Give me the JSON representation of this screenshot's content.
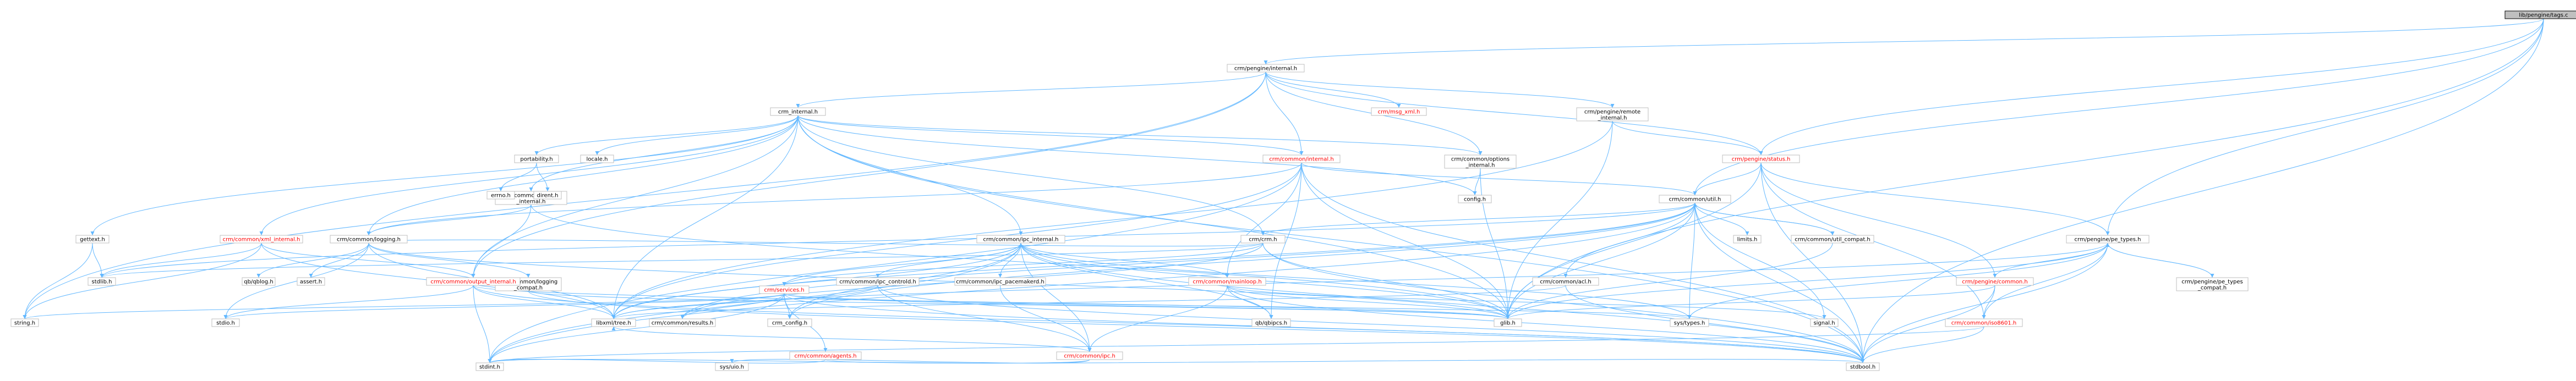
{
  "graph": {
    "colors": {
      "node_border": "#bfbfbf",
      "root_fill": "#bfbfbf",
      "root_border": "#000000",
      "edge": "#63b8ff",
      "red_text": "#ff0000"
    },
    "nodes": [
      {
        "id": "tags",
        "lines": [
          "lib/pengine/tags.c"
        ],
        "root": true
      },
      {
        "id": "internal",
        "lines": [
          "crm/pengine/internal.h"
        ]
      },
      {
        "id": "crm_internal",
        "lines": [
          "crm_internal.h"
        ]
      },
      {
        "id": "msg_xml",
        "lines": [
          "crm/msg_xml.h"
        ],
        "red": true
      },
      {
        "id": "remote_internal",
        "lines": [
          "crm/pengine/remote",
          "_internal.h"
        ]
      },
      {
        "id": "status",
        "lines": [
          "crm/pengine/status.h"
        ],
        "red": true
      },
      {
        "id": "common_internal",
        "lines": [
          "crm/common/internal.h"
        ],
        "red": true
      },
      {
        "id": "options_internal",
        "lines": [
          "crm/common/options",
          "_internal.h"
        ]
      },
      {
        "id": "portability",
        "lines": [
          "portability.h"
        ]
      },
      {
        "id": "locale",
        "lines": [
          "locale.h"
        ]
      },
      {
        "id": "logging_internal",
        "lines": [
          "crm/common/logging",
          "_internal.h"
        ]
      },
      {
        "id": "gettext",
        "lines": [
          "gettext.h"
        ]
      },
      {
        "id": "xml_internal",
        "lines": [
          "crm/common/xml_internal.h"
        ],
        "red": true
      },
      {
        "id": "errno",
        "lines": [
          "errno.h"
        ]
      },
      {
        "id": "dirent",
        "lines": [
          "dirent.h"
        ]
      },
      {
        "id": "logging",
        "lines": [
          "crm/common/logging.h"
        ]
      },
      {
        "id": "config",
        "lines": [
          "config.h"
        ]
      },
      {
        "id": "util",
        "lines": [
          "crm/common/util.h"
        ]
      },
      {
        "id": "ipc_internal",
        "lines": [
          "crm/common/ipc_internal.h"
        ]
      },
      {
        "id": "crm_h",
        "lines": [
          "crm/crm.h"
        ]
      },
      {
        "id": "pe_types",
        "lines": [
          "crm/pengine/pe_types.h"
        ]
      },
      {
        "id": "limits",
        "lines": [
          "limits.h"
        ]
      },
      {
        "id": "util_compat",
        "lines": [
          "crm/common/util_compat.h"
        ]
      },
      {
        "id": "acl",
        "lines": [
          "crm/common/acl.h"
        ]
      },
      {
        "id": "pe_types_compat",
        "lines": [
          "crm/pengine/pe_types",
          "_compat.h"
        ]
      },
      {
        "id": "stdlib",
        "lines": [
          "stdlib.h"
        ]
      },
      {
        "id": "qb_qblog",
        "lines": [
          "qb/qblog.h"
        ]
      },
      {
        "id": "assert",
        "lines": [
          "assert.h"
        ]
      },
      {
        "id": "logging_compat",
        "lines": [
          "crm/common/logging",
          "_compat.h"
        ]
      },
      {
        "id": "ipc_controld",
        "lines": [
          "crm/common/ipc_controld.h"
        ]
      },
      {
        "id": "ipc_pacemakerd",
        "lines": [
          "crm/common/ipc_pacemakerd.h"
        ]
      },
      {
        "id": "mainloop",
        "lines": [
          "crm/common/mainloop.h"
        ],
        "red": true
      },
      {
        "id": "services",
        "lines": [
          "crm/services.h"
        ],
        "red": true
      },
      {
        "id": "output_internal",
        "lines": [
          "crm/common/output_internal.h"
        ],
        "red": true
      },
      {
        "id": "pengine_common",
        "lines": [
          "crm/pengine/common.h"
        ],
        "red": true
      },
      {
        "id": "string_h",
        "lines": [
          "string.h"
        ]
      },
      {
        "id": "stdio",
        "lines": [
          "stdio.h"
        ]
      },
      {
        "id": "libxml_tree",
        "lines": [
          "libxml/tree.h"
        ]
      },
      {
        "id": "results",
        "lines": [
          "crm/common/results.h"
        ]
      },
      {
        "id": "cm_config",
        "lines": [
          "crm_config.h"
        ]
      },
      {
        "id": "agents",
        "lines": [
          "crm/common/agents.h"
        ],
        "red": true
      },
      {
        "id": "ipc_h",
        "lines": [
          "crm/common/ipc.h"
        ],
        "red": true
      },
      {
        "id": "qbipcs",
        "lines": [
          "qb/qbipcs.h"
        ]
      },
      {
        "id": "glib",
        "lines": [
          "glib.h"
        ]
      },
      {
        "id": "sys_types",
        "lines": [
          "sys/types.h"
        ]
      },
      {
        "id": "signal",
        "lines": [
          "signal.h"
        ]
      },
      {
        "id": "iso8601",
        "lines": [
          "crm/common/iso8601.h"
        ],
        "red": true
      },
      {
        "id": "stdint",
        "lines": [
          "stdint.h"
        ]
      },
      {
        "id": "sys_uio",
        "lines": [
          "sys/uio.h"
        ]
      },
      {
        "id": "stdbool",
        "lines": [
          "stdbool.h"
        ]
      }
    ],
    "edges": [
      [
        "tags",
        "internal"
      ],
      [
        "tags",
        "util"
      ],
      [
        "tags",
        "pe_types"
      ],
      [
        "tags",
        "glib"
      ],
      [
        "tags",
        "stdbool"
      ],
      [
        "tags",
        "status"
      ],
      [
        "internal",
        "crm_internal"
      ],
      [
        "internal",
        "msg_xml"
      ],
      [
        "internal",
        "remote_internal"
      ],
      [
        "internal",
        "status"
      ],
      [
        "internal",
        "common_internal"
      ],
      [
        "internal",
        "options_internal"
      ],
      [
        "internal",
        "string_h"
      ],
      [
        "internal",
        "output_internal"
      ],
      [
        "crm_internal",
        "config"
      ],
      [
        "crm_internal",
        "portability"
      ],
      [
        "crm_internal",
        "locale"
      ],
      [
        "crm_internal",
        "gettext"
      ],
      [
        "crm_internal",
        "xml_internal"
      ],
      [
        "crm_internal",
        "logging_internal"
      ],
      [
        "crm_internal",
        "logging"
      ],
      [
        "crm_internal",
        "common_internal"
      ],
      [
        "crm_internal",
        "options_internal"
      ],
      [
        "crm_internal",
        "ipc_internal"
      ],
      [
        "crm_internal",
        "output_internal"
      ],
      [
        "crm_internal",
        "libxml_tree"
      ],
      [
        "crm_internal",
        "glib"
      ],
      [
        "crm_internal",
        "crm_h"
      ],
      [
        "crm_internal",
        "stdbool"
      ],
      [
        "portability",
        "errno"
      ],
      [
        "portability",
        "dirent"
      ],
      [
        "remote_internal",
        "status"
      ],
      [
        "remote_internal",
        "glib"
      ],
      [
        "remote_internal",
        "libxml_tree"
      ],
      [
        "status",
        "util"
      ],
      [
        "status",
        "pe_types"
      ],
      [
        "status",
        "pengine_common"
      ],
      [
        "status",
        "iso8601"
      ],
      [
        "status",
        "glib"
      ],
      [
        "status",
        "stdbool"
      ],
      [
        "common_internal",
        "util"
      ],
      [
        "common_internal",
        "mainloop"
      ],
      [
        "common_internal",
        "glib"
      ],
      [
        "common_internal",
        "libxml_tree"
      ],
      [
        "common_internal",
        "logging"
      ],
      [
        "common_internal",
        "stdint"
      ],
      [
        "common_internal",
        "qbipcs"
      ],
      [
        "common_internal",
        "stdbool"
      ],
      [
        "options_internal",
        "config"
      ],
      [
        "options_internal",
        "glib"
      ],
      [
        "logging_internal",
        "logging"
      ],
      [
        "logging_internal",
        "output_internal"
      ],
      [
        "logging_internal",
        "glib"
      ],
      [
        "gettext",
        "stdlib"
      ],
      [
        "gettext",
        "string_h"
      ],
      [
        "xml_internal",
        "stdlib"
      ],
      [
        "xml_internal",
        "string_h"
      ],
      [
        "xml_internal",
        "output_internal"
      ],
      [
        "xml_internal",
        "libxml_tree"
      ],
      [
        "logging",
        "stdio"
      ],
      [
        "logging",
        "glib"
      ],
      [
        "logging",
        "qb_qblog"
      ],
      [
        "logging",
        "assert"
      ],
      [
        "logging",
        "logging_compat"
      ],
      [
        "logging",
        "libxml_tree"
      ],
      [
        "util",
        "crm_h"
      ],
      [
        "util",
        "limits"
      ],
      [
        "util",
        "util_compat"
      ],
      [
        "util",
        "acl"
      ],
      [
        "util",
        "stdlib"
      ],
      [
        "util",
        "glib"
      ],
      [
        "util",
        "sys_types"
      ],
      [
        "util",
        "signal"
      ],
      [
        "util",
        "libxml_tree"
      ],
      [
        "util",
        "stdbool"
      ],
      [
        "util",
        "stdint"
      ],
      [
        "util",
        "results"
      ],
      [
        "util",
        "cm_config"
      ],
      [
        "util_compat",
        "util"
      ],
      [
        "util_compat",
        "glib"
      ],
      [
        "acl",
        "libxml_tree"
      ],
      [
        "acl",
        "stdbool"
      ],
      [
        "ipc_internal",
        "stdbool"
      ],
      [
        "ipc_internal",
        "stdint"
      ],
      [
        "ipc_internal",
        "sys_types"
      ],
      [
        "ipc_internal",
        "glib"
      ],
      [
        "ipc_internal",
        "libxml_tree"
      ],
      [
        "ipc_internal",
        "qbipcs"
      ],
      [
        "ipc_internal",
        "ipc_h"
      ],
      [
        "ipc_internal",
        "ipc_controld"
      ],
      [
        "ipc_internal",
        "ipc_pacemakerd"
      ],
      [
        "ipc_internal",
        "mainloop"
      ],
      [
        "ipc_internal",
        "services"
      ],
      [
        "ipc_internal",
        "cm_config"
      ],
      [
        "crm_h",
        "stdlib"
      ],
      [
        "crm_h",
        "glib"
      ],
      [
        "crm_h",
        "stdbool"
      ],
      [
        "crm_h",
        "services"
      ],
      [
        "crm_h",
        "results"
      ],
      [
        "crm_h",
        "logging"
      ],
      [
        "pe_types",
        "glib"
      ],
      [
        "pe_types",
        "libxml_tree"
      ],
      [
        "pe_types",
        "pengine_common"
      ],
      [
        "pe_types",
        "pe_types_compat"
      ],
      [
        "pe_types",
        "stdbool"
      ],
      [
        "pe_types",
        "sys_types"
      ],
      [
        "pe_types",
        "iso8601"
      ],
      [
        "pe_types_compat",
        "pe_types"
      ],
      [
        "logging_compat",
        "glib"
      ],
      [
        "logging_compat",
        "stdbool"
      ],
      [
        "ipc_controld",
        "stdbool"
      ],
      [
        "ipc_controld",
        "libxml_tree"
      ],
      [
        "ipc_controld",
        "ipc_h"
      ],
      [
        "ipc_pacemakerd",
        "ipc_h"
      ],
      [
        "mainloop",
        "signal"
      ],
      [
        "mainloop",
        "glib"
      ],
      [
        "mainloop",
        "ipc_h"
      ],
      [
        "mainloop",
        "qbipcs"
      ],
      [
        "mainloop",
        "stdbool"
      ],
      [
        "services",
        "glib"
      ],
      [
        "services",
        "stdio"
      ],
      [
        "services",
        "stdint"
      ],
      [
        "services",
        "stdbool"
      ],
      [
        "services",
        "string_h"
      ],
      [
        "services",
        "sys_types"
      ],
      [
        "services",
        "agents"
      ],
      [
        "services",
        "results"
      ],
      [
        "services",
        "cm_config"
      ],
      [
        "output_internal",
        "stdbool"
      ],
      [
        "output_internal",
        "stdio"
      ],
      [
        "output_internal",
        "libxml_tree"
      ],
      [
        "output_internal",
        "glib"
      ],
      [
        "output_internal",
        "stdint"
      ],
      [
        "pengine_common",
        "glib"
      ],
      [
        "pengine_common",
        "stdbool"
      ],
      [
        "pengine_common",
        "iso8601"
      ],
      [
        "agents",
        "stdint"
      ],
      [
        "agents",
        "stdbool"
      ],
      [
        "ipc_h",
        "sys_uio"
      ],
      [
        "ipc_h",
        "stdint"
      ],
      [
        "ipc_h",
        "libxml_tree"
      ],
      [
        "iso8601",
        "stdint"
      ],
      [
        "iso8601",
        "stdbool"
      ]
    ]
  }
}
